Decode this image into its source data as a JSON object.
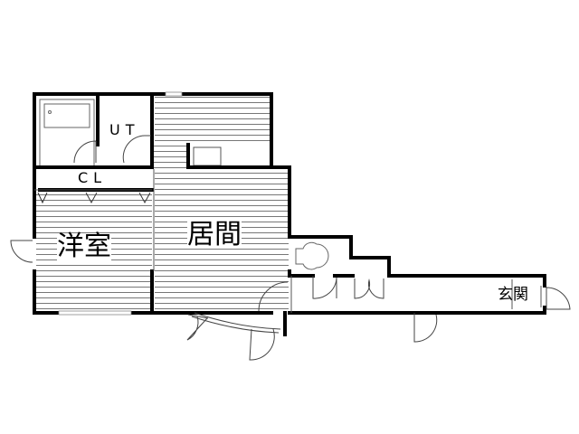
{
  "floorplan": {
    "rooms": [
      {
        "id": "western-room",
        "label": "洋室"
      },
      {
        "id": "living-room",
        "label": "居間"
      },
      {
        "id": "closet",
        "label": "CL"
      },
      {
        "id": "utility",
        "label": "UT"
      },
      {
        "id": "entrance",
        "label": "玄関"
      }
    ],
    "colors": {
      "wall": "#000000",
      "line": "#555555",
      "background": "#ffffff"
    }
  }
}
